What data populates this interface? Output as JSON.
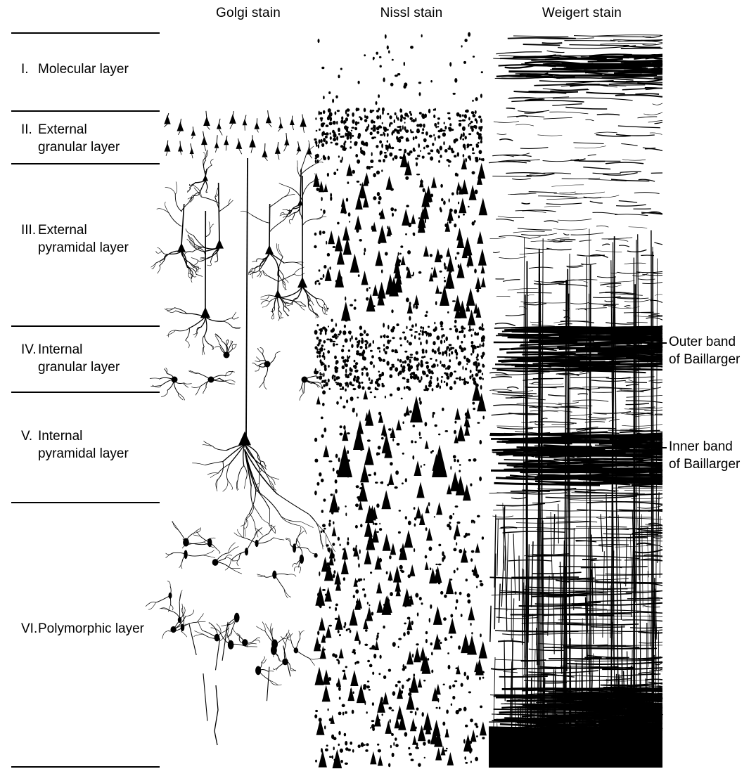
{
  "columns": {
    "golgi": "Golgi stain",
    "nissl": "Nissl stain",
    "weigert": "Weigert stain"
  },
  "layers": [
    {
      "numeral": "I.",
      "line1": "Molecular layer",
      "line2": ""
    },
    {
      "numeral": "II.",
      "line1": "External",
      "line2": "granular layer"
    },
    {
      "numeral": "III.",
      "line1": "External",
      "line2": "pyramidal layer"
    },
    {
      "numeral": "IV.",
      "line1": "Internal",
      "line2": "granular layer"
    },
    {
      "numeral": "V.",
      "line1": "Internal",
      "line2": "pyramidal layer"
    },
    {
      "numeral": "VI.",
      "line1": "Polymorphic layer",
      "line2": ""
    }
  ],
  "bands": {
    "outer": {
      "line1": "Outer band",
      "line2": "of Baillarger"
    },
    "inner": {
      "line1": "Inner band",
      "line2": "of Baillarger"
    }
  }
}
